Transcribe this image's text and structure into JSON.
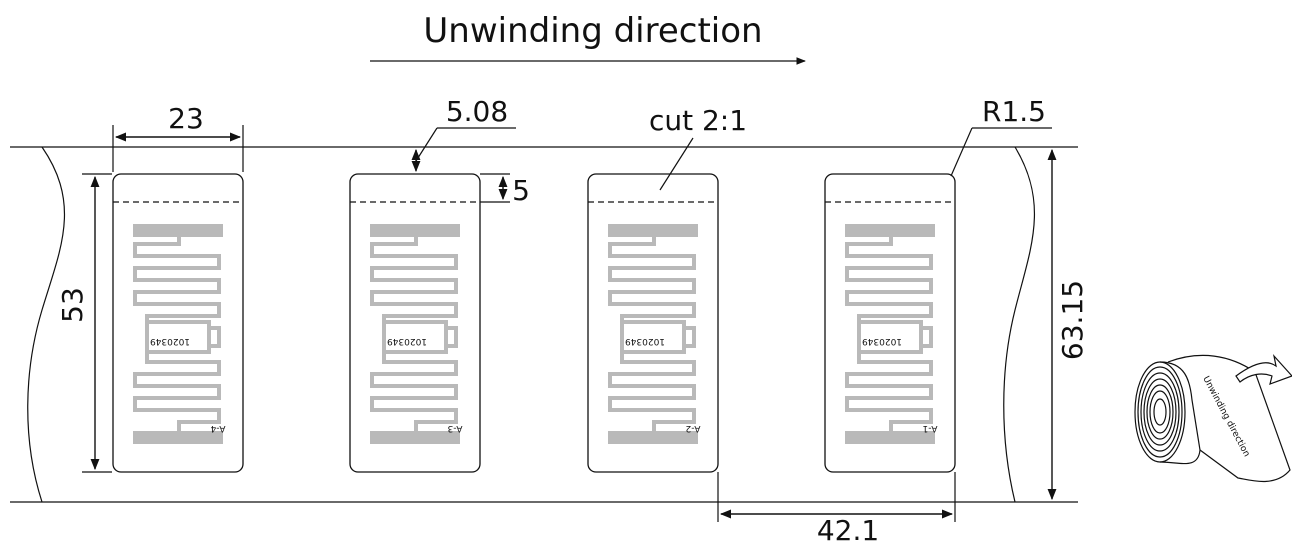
{
  "title": "Unwinding direction",
  "dimensions": {
    "width": "23",
    "gap_top": "5.08",
    "cut": "cut 2:1",
    "radius": "R1.5",
    "dash_offset": "5",
    "height": "53",
    "web_width": "63.15",
    "pitch": "42.1"
  },
  "labels": [
    {
      "id": "A-4",
      "serial": "1020349"
    },
    {
      "id": "A-3",
      "serial": "1020349"
    },
    {
      "id": "A-2",
      "serial": "1020349"
    },
    {
      "id": "A-1",
      "serial": "1020349"
    }
  ],
  "roll": {
    "text": "Unwinding direction"
  }
}
